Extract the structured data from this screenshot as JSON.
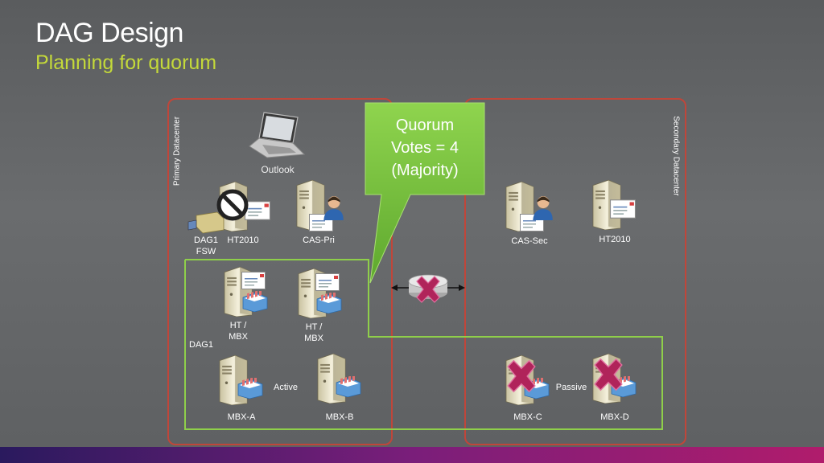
{
  "title": "DAG Design",
  "subtitle": "Planning for quorum",
  "datacenters": {
    "primary": "Primary Datacenter",
    "secondary": "Secondary Datacenter"
  },
  "callout": {
    "line1": "Quorum",
    "line2": "Votes = 4",
    "line3": "(Majority)"
  },
  "servers": {
    "outlook": "Outlook",
    "dag1_fsw_line1": "DAG1",
    "dag1_fsw_line2": "FSW",
    "ht2010_primary": "HT2010",
    "cas_pri": "CAS-Pri",
    "cas_sec": "CAS-Sec",
    "ht2010_secondary": "HT2010",
    "htmbx1_line1": "HT /",
    "htmbx1_line2": "MBX",
    "htmbx2_line1": "HT /",
    "htmbx2_line2": "MBX",
    "mbx_a": "MBX-A",
    "mbx_b": "MBX-B",
    "mbx_c": "MBX-C",
    "mbx_d": "MBX-D"
  },
  "dag_label": "DAG1",
  "status": {
    "active": "Active",
    "passive": "Passive"
  },
  "colors": {
    "datacenter_border": "#c0463a",
    "dag_border": "#8fcf4a",
    "callout_fill": "#7cc640",
    "subtitle": "#c4d93a",
    "failure_x": "#b0245a"
  }
}
